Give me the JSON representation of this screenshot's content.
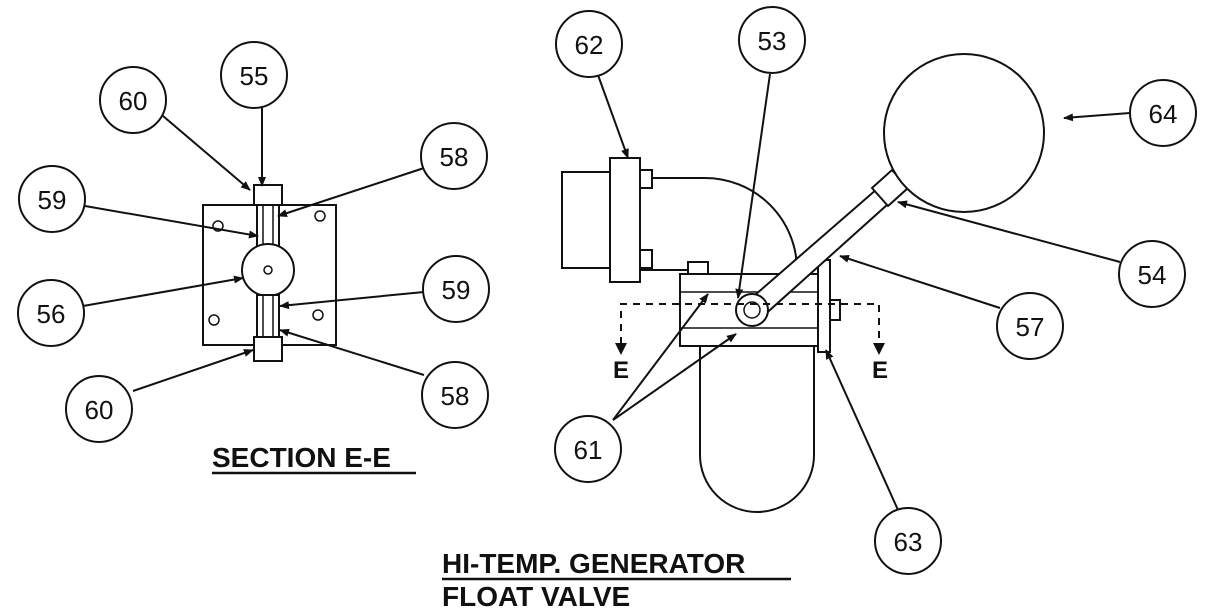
{
  "section_title": "SECTION E-E",
  "main_title_line1": "HI-TEMP. GENERATOR",
  "main_title_line2": "FLOAT VALVE",
  "section_marker": "E",
  "callouts": {
    "c60a": "60",
    "c55": "55",
    "c58a": "58",
    "c59a": "59",
    "c56": "56",
    "c59b": "59",
    "c58b": "58",
    "c60b": "60",
    "c62": "62",
    "c53": "53",
    "c64": "64",
    "c54": "54",
    "c57": "57",
    "c61": "61",
    "c63": "63"
  }
}
